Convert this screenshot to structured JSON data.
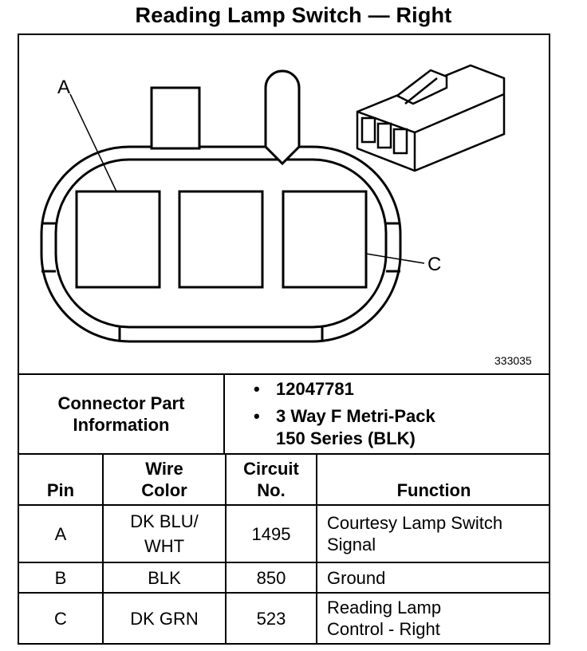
{
  "title": "Reading Lamp Switch — Right",
  "figure": {
    "callout_a": "A",
    "callout_c": "C",
    "figure_number": "333035"
  },
  "connector": {
    "label": "Connector Part Information",
    "items": [
      "12047781",
      "3 Way F Metri-Pack",
      "150 Series (BLK)"
    ]
  },
  "table": {
    "headers": {
      "pin": "Pin",
      "wire_color_1": "Wire",
      "wire_color_2": "Color",
      "circuit_1": "Circuit",
      "circuit_2": "No.",
      "function": "Function"
    },
    "rows": [
      {
        "pin": "A",
        "wire_1": "DK BLU/",
        "wire_2": "WHT",
        "circuit": "1495",
        "function_1": "Courtesy Lamp Switch",
        "function_2": "Signal"
      },
      {
        "pin": "B",
        "wire_1": "BLK",
        "wire_2": "",
        "circuit": "850",
        "function_1": "Ground",
        "function_2": ""
      },
      {
        "pin": "C",
        "wire_1": "DK GRN",
        "wire_2": "",
        "circuit": "523",
        "function_1": "Reading Lamp",
        "function_2": "Control - Right"
      }
    ]
  }
}
